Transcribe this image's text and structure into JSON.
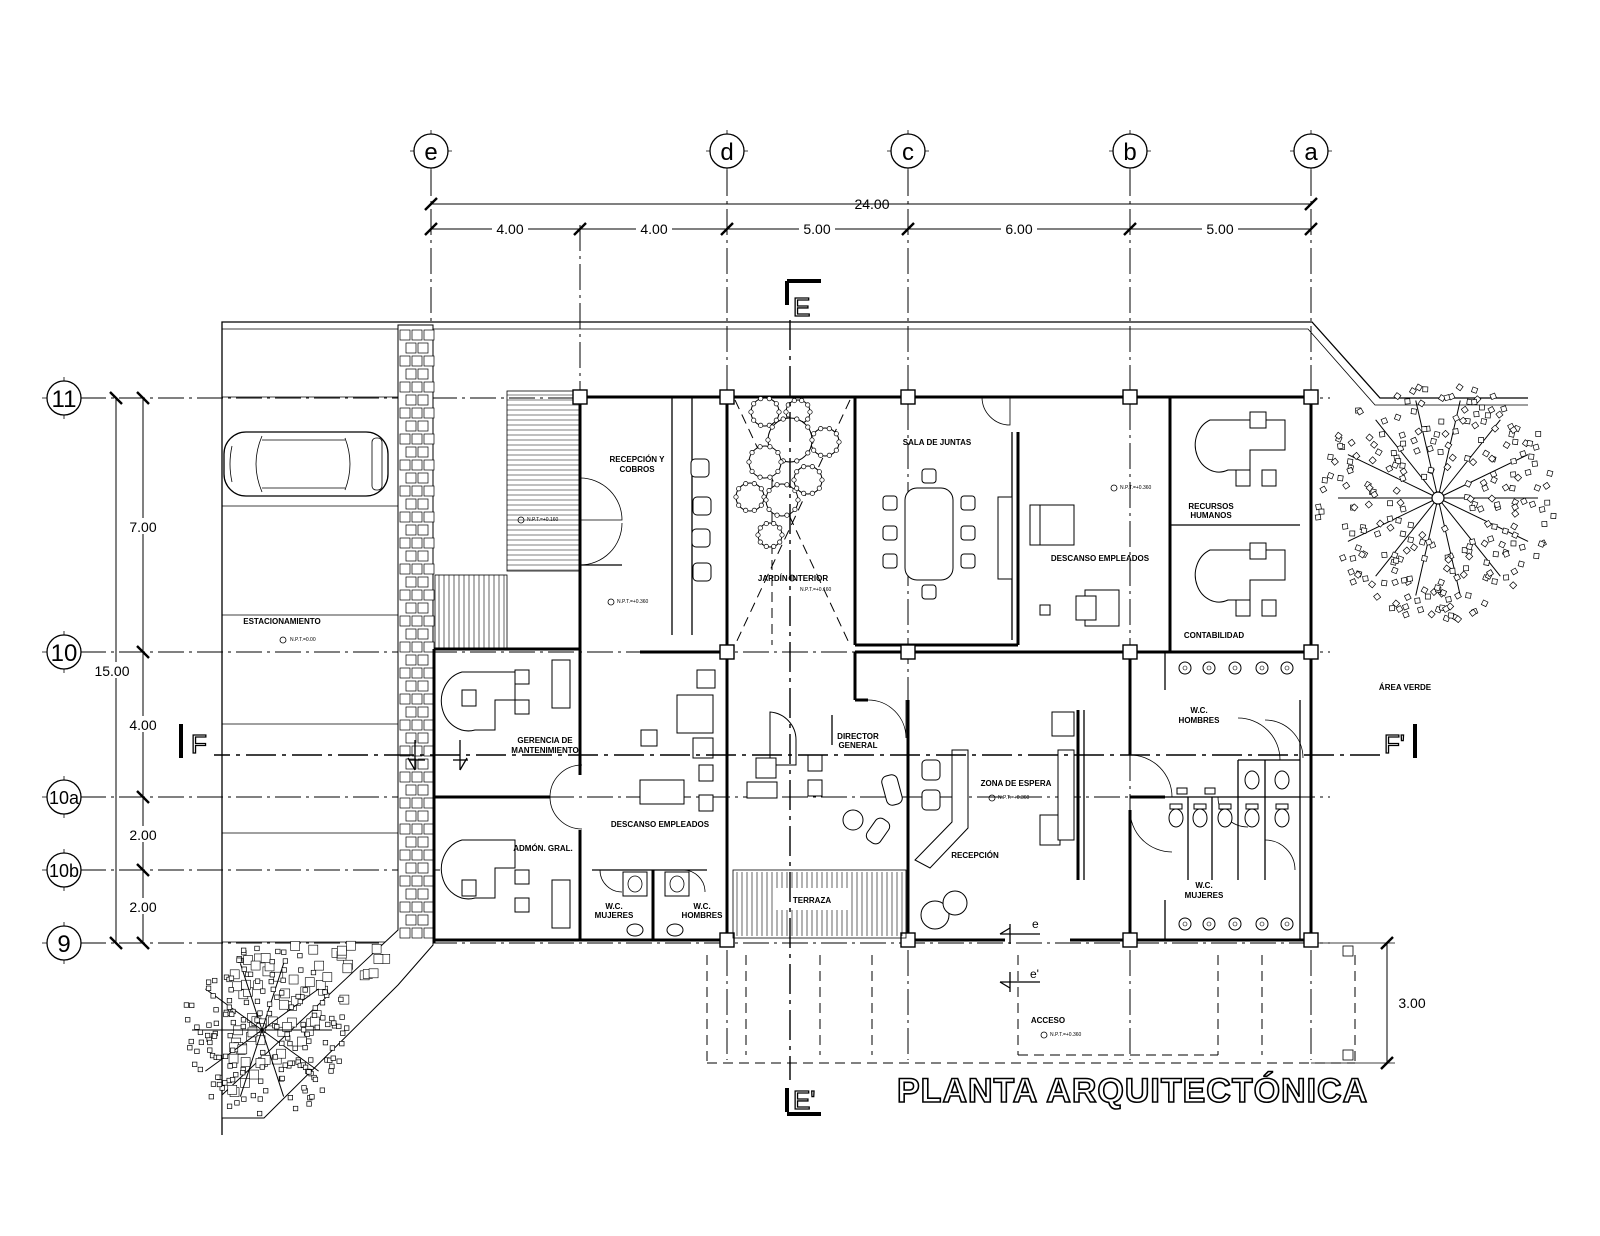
{
  "title": "PLANTA ARQUITECTÓNICA",
  "vertical_axes": [
    "e",
    "d",
    "c",
    "b",
    "a"
  ],
  "horizontal_axes": [
    "11",
    "10",
    "10a",
    "10b",
    "9"
  ],
  "dimensions": {
    "total_width": "24.00",
    "spans": [
      "4.00",
      "4.00",
      "5.00",
      "6.00",
      "5.00"
    ],
    "total_depth": "15.00",
    "depths": [
      "7.00",
      "4.00",
      "2.00",
      "2.00"
    ],
    "access_depth": "3.00"
  },
  "section_marks": {
    "E_top": "E",
    "E_bottom": "E'",
    "F_left": "F",
    "F_right": "F'",
    "e_small": "e",
    "e_prime_small": "e'"
  },
  "rooms": {
    "estacionamiento": "ESTACIONAMIENTO",
    "recepcion_cobros": [
      "RECEPCIÓN Y",
      "COBROS"
    ],
    "jardin": "JARDÍN INTERIOR",
    "sala_juntas": "SALA DE JUNTAS",
    "descanso_empleados_top": "DESCANSO EMPLEADOS",
    "recursos_humanos": [
      "RECURSOS",
      "HUMANOS"
    ],
    "contabilidad": "CONTABILIDAD",
    "gerencia": [
      "GERENCIA DE",
      "MANTENIMIENTO"
    ],
    "director": [
      "DIRECTOR",
      "GENERAL"
    ],
    "zona_espera": "ZONA DE ESPERA",
    "recepcion": "RECEPCIÓN",
    "wc_hombres_right": [
      "W.C.",
      "HOMBRES"
    ],
    "wc_mujeres_right": [
      "W.C.",
      "MUJERES"
    ],
    "area_verde": "ÁREA VERDE",
    "admon": "ADMÓN. GRAL.",
    "descanso_empleados_mid": "DESCANSO EMPLEADOS",
    "wc_mujeres_small": [
      "W.C.",
      "MUJERES"
    ],
    "wc_hombres_small": [
      "W.C.",
      "HOMBRES"
    ],
    "terraza": "TERRAZA",
    "acceso": "ACCESO"
  },
  "levels": {
    "estacionamiento": "N.P.T.=0.00",
    "ramp": "N.P.T.=+0.160",
    "recepcion_cobros": "N.P.T.=+0.360",
    "jardin": "N.P.T.=+0.160",
    "descanso": "N.P.T.=+0.360",
    "zona_espera": "N.P.T.=+0.360",
    "acceso": "N.P.T.=+0.360"
  }
}
